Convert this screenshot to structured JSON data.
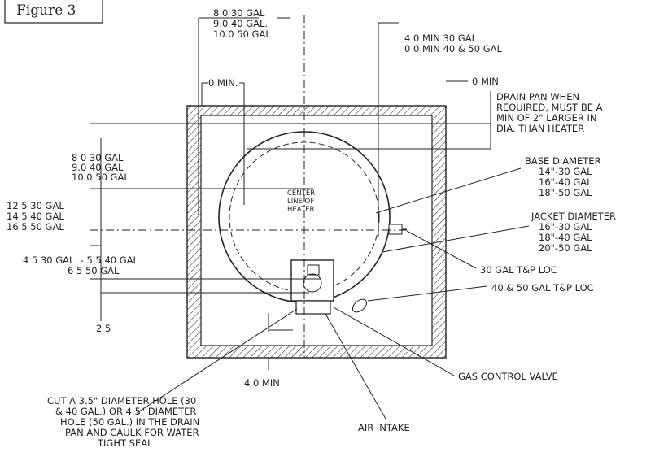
{
  "figure_title": "Figure 3",
  "labels": {
    "top_center_1": "8 0 30 GAL",
    "top_center_2": "9.0 40 GAL.",
    "top_center_3": "10.0 50 GAL",
    "zero_min_left": "0 MIN.",
    "top_right_1": "4 0 MIN  30 GAL.",
    "top_right_2": "0 0 MIN  40 & 50 GAL",
    "zero_min_right": "0 MIN",
    "drain_pan_1": "DRAIN PAN WHEN",
    "drain_pan_2": "REQUIRED, MUST BE A",
    "drain_pan_3": "MIN  OF 2\" LARGER IN",
    "drain_pan_4": "DIA. THAN HEATER",
    "left_a_1": "8 0 30 GAL",
    "left_a_2": "9.0 40 GAL",
    "left_a_3": "10.0 50 GAL",
    "left_b_1": "12 5 30 GAL",
    "left_b_2": "14 5 40 GAL",
    "left_b_3": "16 5 50 GAL",
    "left_c_1": "4 5 30 GAL. - 5 5 40 GAL",
    "left_c_2": "6 5 50 GAL",
    "left_d": "2 5",
    "center_line_1": "CENTER",
    "center_line_2": "LINE OF",
    "center_line_3": "HEATER",
    "base_dia_1": "BASE DIAMETER",
    "base_dia_2": "14\"-30 GAL",
    "base_dia_3": "16\"-40 GAL",
    "base_dia_4": "18\"-50 GAL",
    "jacket_dia_1": "JACKET DIAMETER",
    "jacket_dia_2": "16\"-30 GAL",
    "jacket_dia_3": "18\"-40 GAL",
    "jacket_dia_4": "20\"-50 GAL",
    "tp_30": "30 GAL  T&P LOC",
    "tp_40_50": "40 & 50 GAL  T&P LOC",
    "bottom_min": "4 0 MIN",
    "gas_valve": "GAS CONTROL VALVE",
    "air_intake": "AIR INTAKE",
    "cut_hole_1": "CUT A 3.5\" DIAMETER HOLE (30",
    "cut_hole_2": "& 40 GAL.) OR 4.5\" DIAMETER",
    "cut_hole_3": "HOLE (50 GAL.) IN THE DRAIN",
    "cut_hole_4": "PAN AND CAULK FOR WATER",
    "cut_hole_5": "TIGHT SEAL"
  }
}
